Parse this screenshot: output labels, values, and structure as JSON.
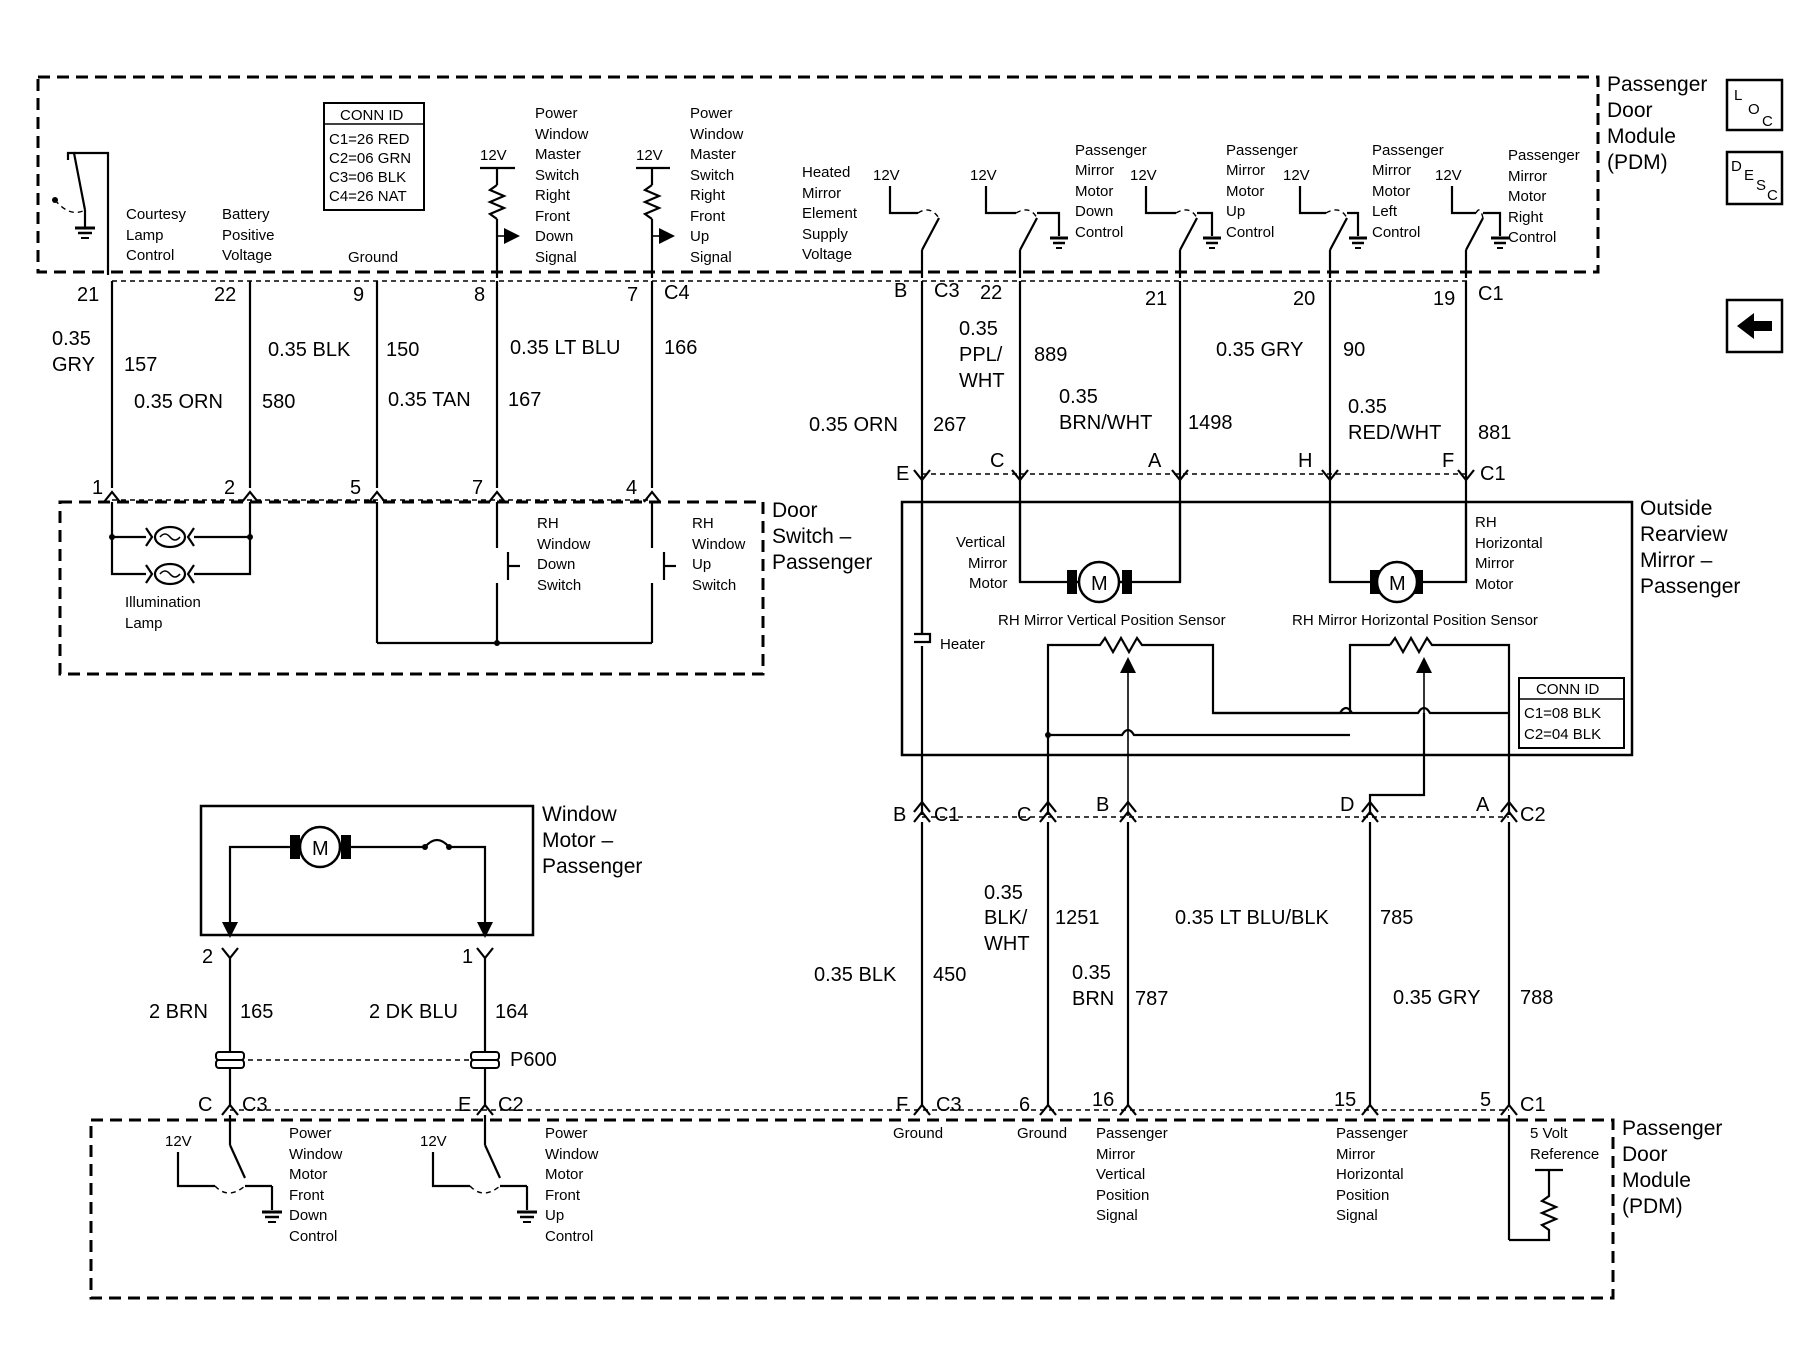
{
  "modules": {
    "pdm_top": [
      "Passenger",
      "Door",
      "Module",
      "(PDM)"
    ],
    "pdm_bottom": [
      "Passenger",
      "Door",
      "Module",
      "(PDM)"
    ],
    "door_switch": [
      "Door",
      "Switch –",
      "Passenger"
    ],
    "mirror": [
      "Outside",
      "Rearview",
      "Mirror –",
      "Passenger"
    ],
    "window_motor": [
      "Window",
      "Motor –",
      "Passenger"
    ]
  },
  "nav": {
    "loc": "LOC",
    "desc": "DESC",
    "back_icon": "left-arrow-icon"
  },
  "conn_id_top": {
    "title": "CONN ID",
    "rows": [
      "C1=26 RED",
      "C2=06 GRN",
      "C3=06 BLK",
      "C4=26 NAT"
    ]
  },
  "conn_id_mirror": {
    "title": "CONN ID",
    "rows": [
      "C1=08 BLK",
      "C2=04 BLK"
    ]
  },
  "top_labels": {
    "courtesy": [
      "Courtesy",
      "Lamp",
      "Control"
    ],
    "battery": [
      "Battery",
      "Positive",
      "Voltage"
    ],
    "ground": "Ground",
    "pw_down": [
      "Power",
      "Window",
      "Master",
      "Switch",
      "Right",
      "Front",
      "Down",
      "Signal"
    ],
    "pw_up": [
      "Power",
      "Window",
      "Master",
      "Switch",
      "Right",
      "Front",
      "Up",
      "Signal"
    ],
    "heated": [
      "Heated",
      "Mirror",
      "Element",
      "Supply",
      "Voltage"
    ],
    "mirror_down": [
      "Passenger",
      "Mirror",
      "Motor",
      "Down",
      "Control"
    ],
    "mirror_up": [
      "Passenger",
      "Mirror",
      "Motor",
      "Up",
      "Control"
    ],
    "mirror_left": [
      "Passenger",
      "Mirror",
      "Motor",
      "Left",
      "Control"
    ],
    "mirror_right": [
      "Passenger",
      "Mirror",
      "Motor",
      "Right",
      "Control"
    ],
    "v12": "12V"
  },
  "pins_top": [
    "21",
    "22",
    "9",
    "8",
    "7",
    "C4",
    "B",
    "C3",
    "22",
    "21",
    "20",
    "19",
    "C1"
  ],
  "wires_top": {
    "w157_size": "0.35",
    "w157_color": "GRY",
    "w157_num": "157",
    "w580": "0.35 ORN",
    "w580_num": "580",
    "w150": "0.35 BLK",
    "w150_num": "150",
    "w167": "0.35 TAN",
    "w167_num": "167",
    "w166": "0.35 LT BLU",
    "w166_num": "166",
    "w267": "0.35 ORN",
    "w267_num": "267",
    "w889_a": "0.35",
    "w889_b": "PPL/",
    "w889_c": "WHT",
    "w889_num": "889",
    "w1498_a": "0.35",
    "w1498_b": "BRN/WHT",
    "w1498_num": "1498",
    "w90": "0.35 GRY",
    "w90_num": "90",
    "w881_a": "0.35",
    "w881_b": "RED/WHT",
    "w881_num": "881"
  },
  "door_switch_pins": [
    "1",
    "2",
    "5",
    "7",
    "4"
  ],
  "door_switch_labels": {
    "illumination": [
      "Illumination",
      "Lamp"
    ],
    "down_sw": [
      "RH",
      "Window",
      "Down",
      "Switch"
    ],
    "up_sw": [
      "RH",
      "Window",
      "Up",
      "Switch"
    ]
  },
  "mirror_pins_top": [
    "E",
    "C",
    "A",
    "H",
    "F",
    "C1"
  ],
  "mirror_labels": {
    "vertical": [
      "Vertical",
      "Mirror",
      "Motor"
    ],
    "horizontal": [
      "RH",
      "Horizontal",
      "Mirror",
      "Motor"
    ],
    "v_sensor": "RH Mirror Vertical Position Sensor",
    "h_sensor": "RH Mirror Horizontal Position Sensor",
    "heater": "Heater",
    "motor_m": "M"
  },
  "mirror_pins_bottom": [
    "B",
    "C1",
    "C",
    "B",
    "D",
    "A",
    "C2"
  ],
  "wires_mid": {
    "w450": "0.35 BLK",
    "w450_num": "450",
    "w1251_a": "0.35",
    "w1251_b": "BLK/",
    "w1251_c": "WHT",
    "w1251_num": "1251",
    "w787_a": "0.35",
    "w787_b": "BRN",
    "w787_num": "787",
    "w785": "0.35 LT BLU/BLK",
    "w785_num": "785",
    "w788": "0.35 GRY",
    "w788_num": "788"
  },
  "window_motor": {
    "pins": [
      "2",
      "1"
    ],
    "w165": "2 BRN",
    "w165_num": "165",
    "w164": "2 DK BLU",
    "w164_num": "164",
    "p600": "P600"
  },
  "pins_bottom": [
    "C",
    "C3",
    "E",
    "C2",
    "F",
    "C3",
    "6",
    "16",
    "15",
    "5",
    "C1"
  ],
  "bottom_labels": {
    "pw_down": [
      "Power",
      "Window",
      "Motor",
      "Front",
      "Down",
      "Control"
    ],
    "pw_up": [
      "Power",
      "Window",
      "Motor",
      "Front",
      "Up",
      "Control"
    ],
    "ground1": "Ground",
    "ground2": "Ground",
    "vert_sig": [
      "Passenger",
      "Mirror",
      "Vertical",
      "Position",
      "Signal"
    ],
    "horiz_sig": [
      "Passenger",
      "Mirror",
      "Horizontal",
      "Position",
      "Signal"
    ],
    "ref": [
      "5 Volt",
      "Reference"
    ],
    "v12": "12V"
  }
}
